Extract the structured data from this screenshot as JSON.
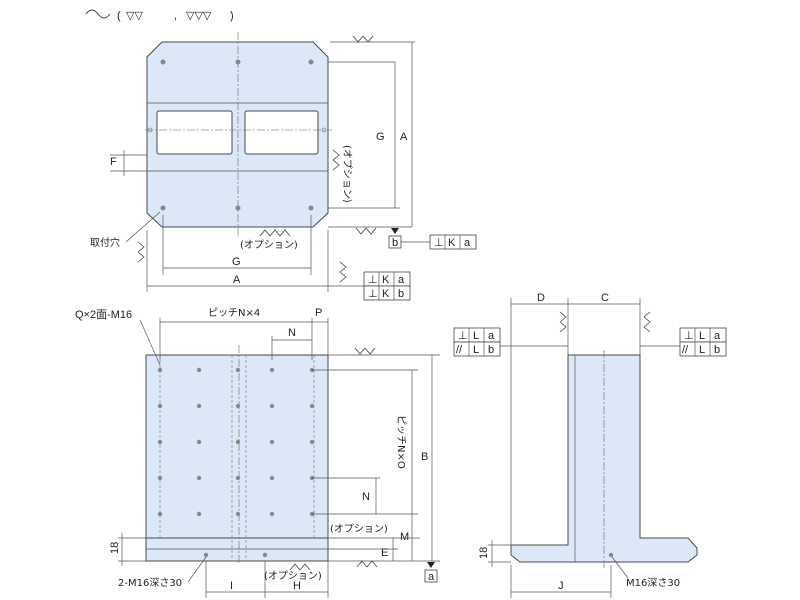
{
  "surface_symbols": {
    "tri": "▽▽",
    "tri3": "▽▽▽"
  },
  "top_view": {
    "dim_A": "A",
    "dim_G": "G",
    "dim_F": "F",
    "option_label": "(オプション)",
    "option_vertical": "(オプション)",
    "mount_hole_label": "取付穴",
    "datum_b": "b",
    "tol_frame_1": [
      "⊥",
      "K",
      "a"
    ],
    "tol_frame_2": [
      "⊥",
      "K",
      "a"
    ],
    "tol_frame_3": [
      "⊥",
      "K",
      "b"
    ]
  },
  "front_view": {
    "tap_label": "Q×2面-M16",
    "pitch_horizontal": "ピッチN×4",
    "dim_P": "P",
    "dim_N": "N",
    "dim_N2": "N",
    "pitch_vertical": "ピッチN×O",
    "dim_B": "B",
    "dim_M": "M",
    "dim_E": "E",
    "dim_18": "18",
    "dim_I": "I",
    "dim_H": "H",
    "option_label_1": "(オプション)",
    "option_label_2": "(オプション)",
    "bottom_tap_label": "2-M16深さ30",
    "datum_a": "a"
  },
  "side_view": {
    "dim_D": "D",
    "dim_C": "C",
    "dim_J": "J",
    "dim_18": "18",
    "tap_label": "M16深さ30",
    "tol_left_1": [
      "⊥",
      "L",
      "a"
    ],
    "tol_left_2": [
      "//",
      "L",
      "b"
    ],
    "tol_right_1": [
      "⊥",
      "L",
      "a"
    ],
    "tol_right_2": [
      "//",
      "L",
      "b"
    ]
  }
}
